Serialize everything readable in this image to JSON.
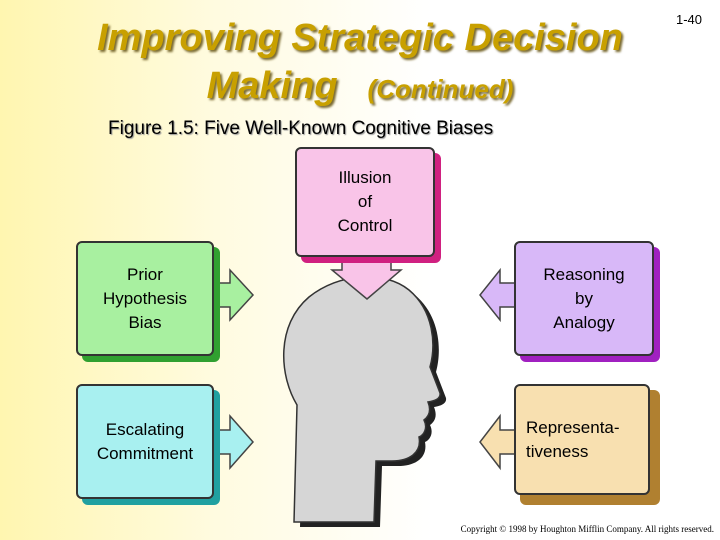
{
  "slide": {
    "title_line1": "Improving Strategic Decision",
    "title_line2": "Making",
    "title_continued": "(Continued)",
    "slide_number": "1-40",
    "figure_caption": "Figure 1.5:  Five Well-Known Cognitive Biases",
    "copyright": "Copyright © 1998 by Houghton Mifflin Company.  All rights reserved."
  },
  "biases": {
    "illusion_of_control": "Illusion\nof\nControl",
    "prior_hypothesis_bias": "Prior\nHypothesis\nBias",
    "escalating_commitment": "Escalating\nCommitment",
    "reasoning_by_analogy": "Reasoning\nby\nAnalogy",
    "representativeness": "Representa-\ntiveness"
  },
  "colors": {
    "title": "#c8a000",
    "illusion_box": "#f9c4e8",
    "illusion_shadow": "#d02080",
    "prior_box": "#a8f0a0",
    "prior_shadow": "#30a030",
    "escalating_box": "#a8f0f0",
    "escalating_shadow": "#20a0a0",
    "analogy_box": "#d8b8f8",
    "analogy_shadow": "#a020c0",
    "represent_box": "#f8e0b0",
    "represent_shadow": "#b08030",
    "head": "#d6d6d6"
  }
}
